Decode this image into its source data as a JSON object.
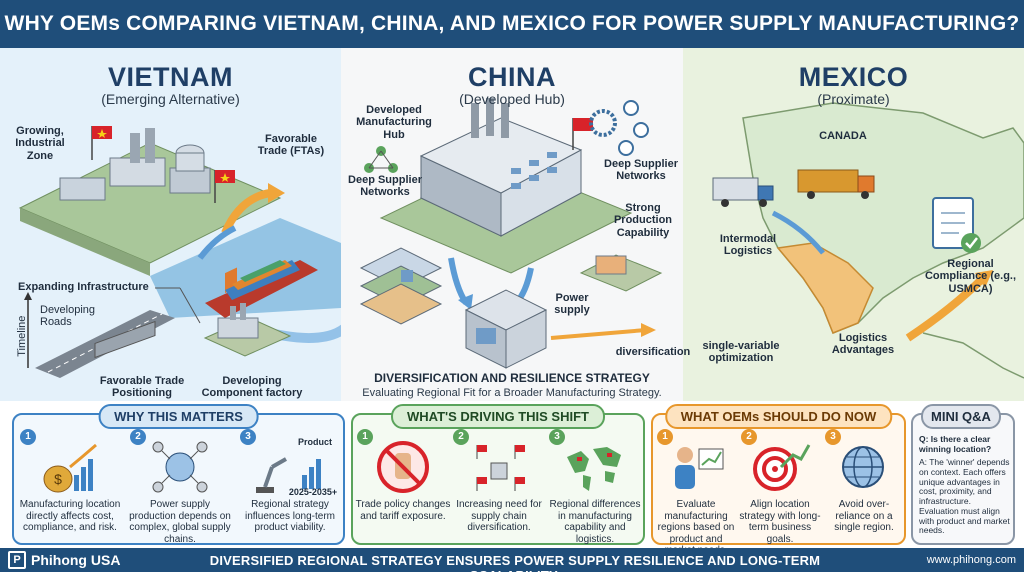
{
  "header": {
    "title": "WHY OEMs COMPARING VIETNAM, CHINA, AND MEXICO FOR POWER SUPPLY MANUFACTURING?"
  },
  "vietnam": {
    "title": "VIETNAM",
    "subtitle": "(Emerging Alternative)",
    "labels": {
      "industrial_zone": "Growing, Industrial Zone",
      "trade": "Favorable Trade (FTAs)",
      "infrastructure": "Expanding Infrastructure",
      "roads": "Developing Roads",
      "timeline": "Timeline",
      "positioning": "Favorable Trade Positioning",
      "component_factory": "Developing Component factory"
    }
  },
  "china": {
    "title": "CHINA",
    "subtitle": "(Developed Hub)",
    "labels": {
      "hub": "Developed Manufacturing Hub",
      "supplier_left": "Deep Supplier Networks",
      "supplier_right": "Deep Supplier Networks",
      "capability": "Strong Production Capability",
      "power_supply": "Power supply",
      "diversification": "diversification",
      "optimization": "single-variable optimization"
    },
    "strategy_title": "DIVERSIFICATION AND RESILIENCE STRATEGY",
    "strategy_sub": "Evaluating Regional Fit for a Broader Manufacturing Strategy."
  },
  "mexico": {
    "title": "MEXICO",
    "subtitle": "(Proximate)",
    "labels": {
      "canada": "CANADA",
      "intermodal": "Intermodal Logistics",
      "compliance": "Regional Compliance (e.g., USMCA)",
      "logistics": "Logistics Advantages"
    }
  },
  "panels": {
    "why": {
      "title": "WHY THIS MATTERS",
      "items": [
        {
          "num": "1",
          "text": "Manufacturing location directly affects cost, compliance, and risk."
        },
        {
          "num": "2",
          "text": "Power supply production depends on complex, global supply chains."
        },
        {
          "num": "3",
          "text": "Regional strategy influences long-term product viability."
        }
      ],
      "chart_labels": {
        "product": "Product",
        "years": "2025-2035+"
      }
    },
    "driving": {
      "title": "WHAT'S DRIVING THIS SHIFT",
      "items": [
        {
          "num": "1",
          "text": "Trade policy changes and tariff exposure."
        },
        {
          "num": "2",
          "text": "Increasing need for supply chain diversification."
        },
        {
          "num": "3",
          "text": "Regional differences in manufacturing capability and logistics."
        }
      ]
    },
    "do_now": {
      "title": "WHAT OEMs SHOULD DO NOW",
      "items": [
        {
          "num": "1",
          "text": "Evaluate manufacturing regions based on product and market needs."
        },
        {
          "num": "2",
          "text": "Align location strategy with long-term business goals."
        },
        {
          "num": "3",
          "text": "Avoid over-reliance on a single region."
        }
      ]
    },
    "qa": {
      "title": "MINI Q&A",
      "question": "Q: Is there a clear winning location?",
      "answer": "A: The 'winner' depends on context. Each offers unique advantages in cost, proximity, and infrastructure. Evaluation must align with product and market needs."
    }
  },
  "footer": {
    "brand": "Phihong USA",
    "logo_text": "P",
    "tagline": "DIVERSIFIED REGIONAL STRATEGY ENSURES POWER SUPPLY RESILIENCE AND LONG-TERM SCALABILITY.",
    "website": "www.phihong.com"
  },
  "colors": {
    "header_bg": "#1f4e7a",
    "vietnam_bg": "#e4f1fa",
    "china_bg": "#f6f7f8",
    "mexico_bg": "#e9f2df",
    "why_accent": "#3d82c4",
    "driving_accent": "#5aa35c",
    "do_accent": "#e7972c"
  }
}
